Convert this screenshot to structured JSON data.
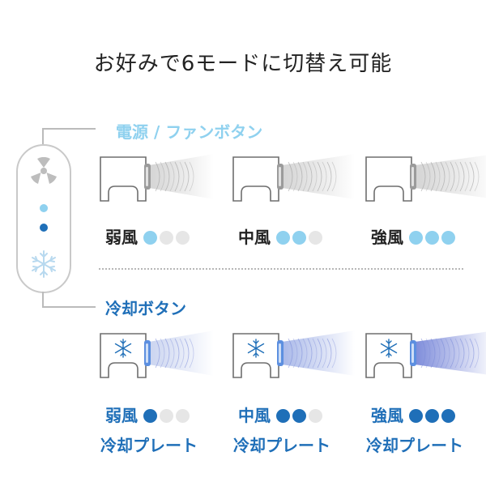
{
  "title": "お好みで6モードに切替え可能",
  "sections": {
    "power": {
      "label": "電源 / ファンボタン"
    },
    "cool": {
      "label": "冷却ボタン"
    }
  },
  "remote": {
    "top_icon": "fan-icon",
    "bottom_icon": "snowflake-icon",
    "indicator_colors": [
      "#8fd1ef",
      "#1f6fb8"
    ]
  },
  "power_modes": [
    {
      "label": "弱風",
      "level": 1
    },
    {
      "label": "中風",
      "level": 2
    },
    {
      "label": "強風",
      "level": 3
    }
  ],
  "cool_modes": [
    {
      "label": "弱風",
      "sub": "冷却プレート",
      "level": 1
    },
    {
      "label": "中風",
      "sub": "冷却プレート",
      "level": 2
    },
    {
      "label": "強風",
      "sub": "冷却プレート",
      "level": 3
    }
  ],
  "colors": {
    "light_blue": "#8fd1ef",
    "dark_blue": "#1f6fb8",
    "inactive_dot": "#e6e6e6"
  }
}
